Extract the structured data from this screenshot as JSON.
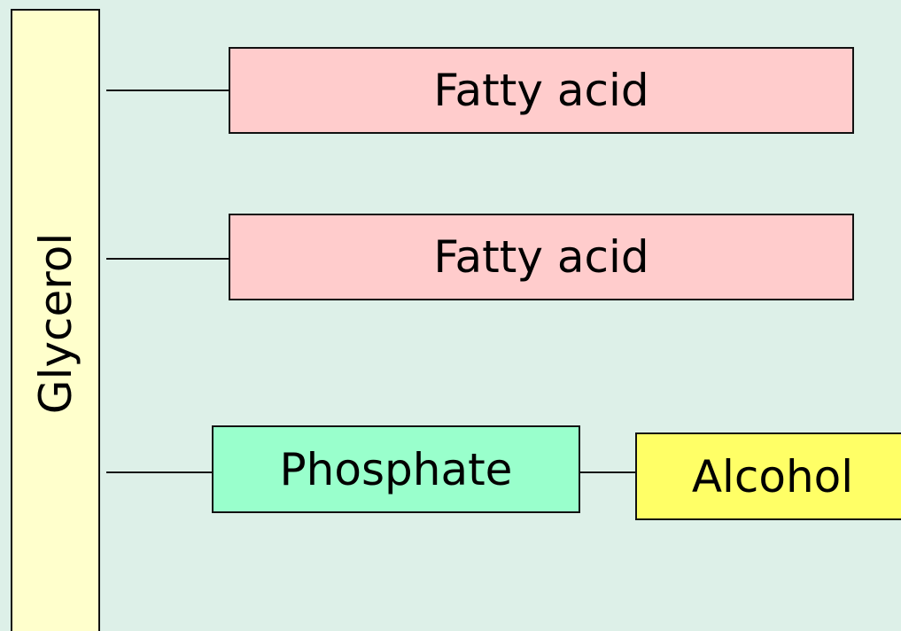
{
  "diagram": {
    "backbone": {
      "label": "Glycerol",
      "color": "#FFFFCC"
    },
    "chains": [
      {
        "label": "Fatty acid",
        "color": "#FFCCCC"
      },
      {
        "label": "Fatty acid",
        "color": "#FFCCCC"
      }
    ],
    "head": {
      "phosphate": {
        "label": "Phosphate",
        "color": "#99FFCC"
      },
      "alcohol": {
        "label": "Alcohol",
        "color": "#FFFF66"
      }
    },
    "background": "#DDF0E8"
  }
}
